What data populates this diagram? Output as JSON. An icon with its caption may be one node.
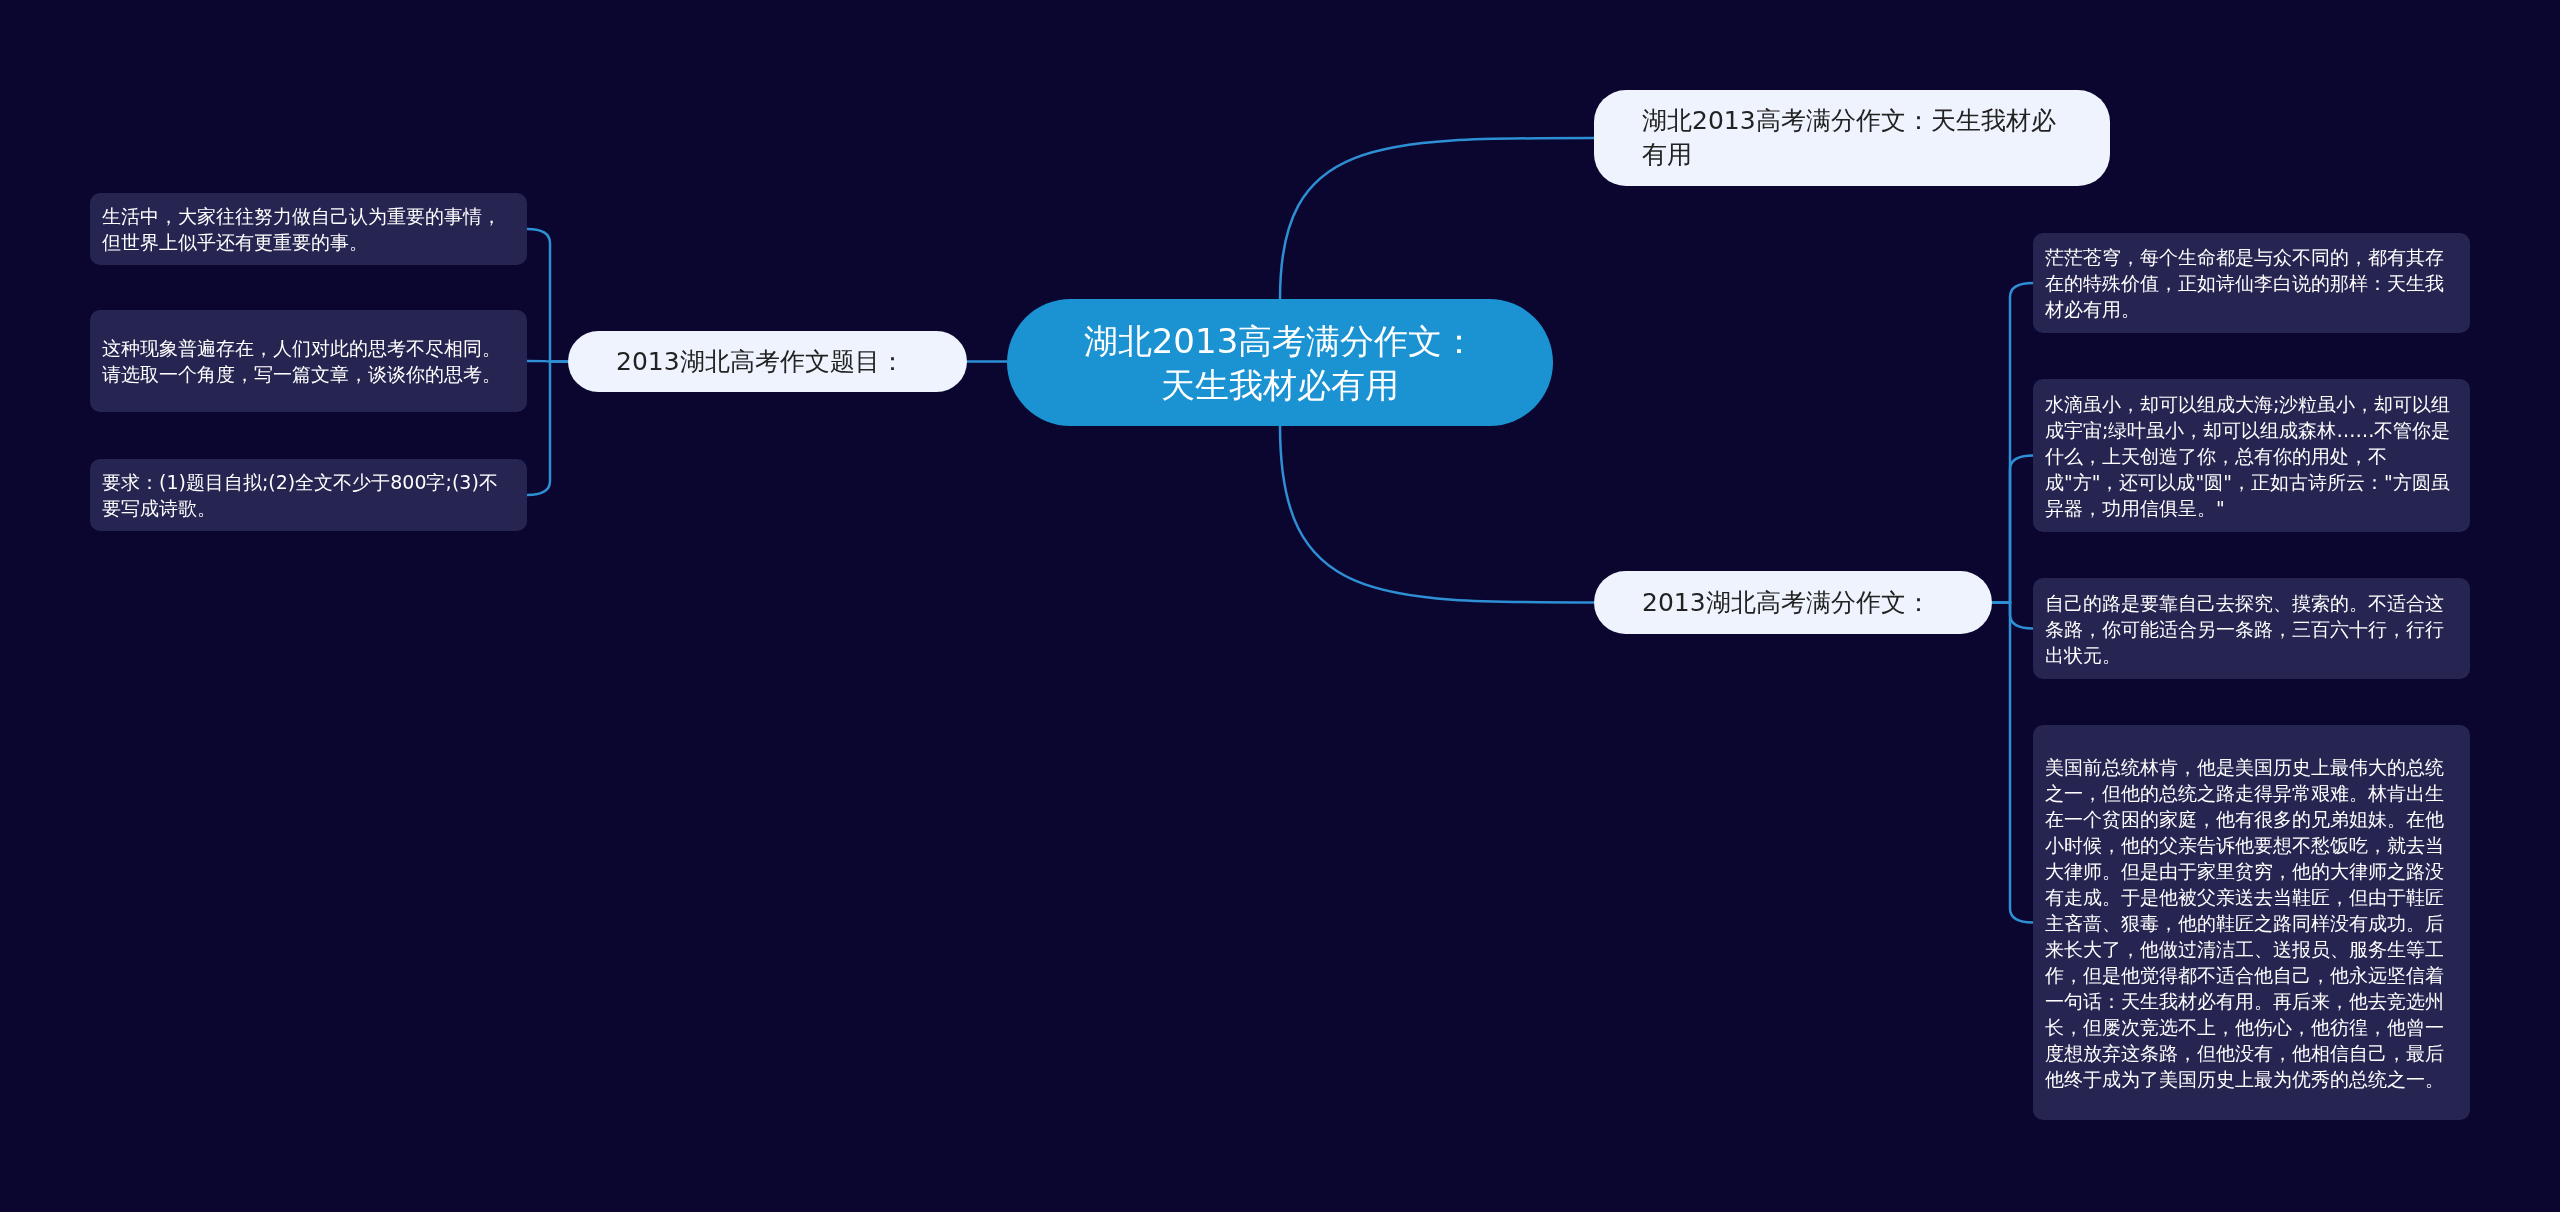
{
  "diagram": {
    "nodes": [
      {
        "text": [
          "湖北2013高考满分作文：天生我材必有用"
        ]
      },
      {
        "text": [
          "湖北2013高考满分作文：天生我材必有用"
        ]
      },
      {
        "text": [
          "2013湖北高考作文题目："
        ]
      },
      {
        "text": [
          "生活中，大家往往努力做自己认为重要的事情，但世界上似乎还有更重要的事。"
        ]
      },
      {
        "text": [
          "这种现象普遍存在，人们对此的思考不尽相同。请选取一个角度，写一篇文章，谈谈你的思考。"
        ]
      },
      {
        "text": [
          "要求：(1)题目自拟;(2)全文不少于800字;(3)不要写成诗歌。"
        ]
      },
      {
        "text": [
          "2013湖北高考满分作文："
        ]
      },
      {
        "text": [
          "茫茫苍穹，每个生命都是与众不同的，都有其存在的特殊价值，正如诗仙李白说的那样：天生我材必有用。"
        ]
      },
      {
        "text": [
          "水滴虽小，却可以组成大海;沙粒虽小，却可以组成宇宙;绿叶虽小，却可以组成森林……不管你是什么，上天创造了你，总有你的用处，不成\"方\"，还可以成\"圆\"，正如古诗所云：\"方圆虽异器，功用信俱呈。\""
        ]
      },
      {
        "text": [
          "自己的路是要靠自己去探究、摸索的。不适合这条路，你可能适合另一条路，三百六十行，行行出状元。"
        ]
      },
      {
        "text": [
          "美国前总统林肯，他是美国历史上最伟大的总统之一，但他的总统之路走得异常艰难。林肯出生在一个贫困的家庭，他有很多的兄弟姐妹。在他小时候，他的父亲告诉他要想不愁饭吃，就去当大律师。但是由于家里贫穷，他的大律师之路没有走成。于是他被父亲送去当鞋匠，但由于鞋匠主吝啬、狠毒，他的鞋匠之路同样没有成功。后来长大了，他做过清洁工、送报员、服务生等工作，但是他觉得都不适合他自己，他永远坚信着一句话：天生我材必有用。再后来，他去竞选州长，但屡次竞选不上，他伤心，他彷徨，他曾一度想放弃这条路，但他没有，他相信自己，最后他终于成为了美国历史上最为优秀的总统之一。"
        ]
      }
    ],
    "edges": [
      {
        "from": 0,
        "to": 1,
        "arrow": "none"
      },
      {
        "from": 0,
        "to": 6,
        "arrow": "none"
      },
      {
        "from": 0,
        "to": 2,
        "arrow": "none"
      },
      {
        "from": 2,
        "to": 3,
        "arrow": "none"
      },
      {
        "from": 2,
        "to": 4,
        "arrow": "none"
      },
      {
        "from": 2,
        "to": 5,
        "arrow": "none"
      },
      {
        "from": 6,
        "to": 7,
        "arrow": "none"
      },
      {
        "from": 6,
        "to": 8,
        "arrow": "none"
      },
      {
        "from": 6,
        "to": 9,
        "arrow": "none"
      },
      {
        "from": 6,
        "to": 10,
        "arrow": "none"
      }
    ]
  }
}
